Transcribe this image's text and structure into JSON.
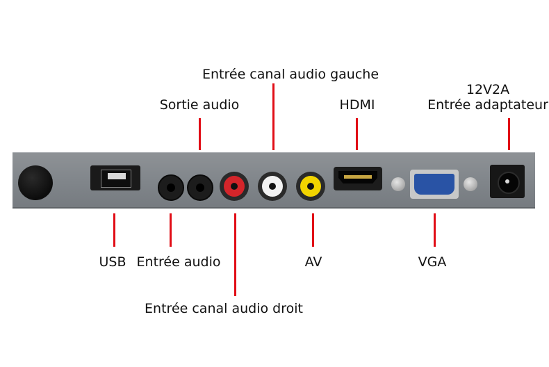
{
  "labels": {
    "left_channel_in": "Entrée canal audio gauche",
    "audio_out": "Sortie audio",
    "hdmi": "HDMI",
    "power_rating": "12V2A",
    "power_adapter_in": "Entrée adaptateur",
    "usb": "USB",
    "audio_in": "Entrée audio",
    "av": "AV",
    "vga": "VGA",
    "right_channel_in": "Entrée canal audio droit"
  },
  "colors": {
    "pointer_line": "#e10d16",
    "panel": "#868a8f",
    "rca_red": "#d4252a",
    "rca_white": "#f2f2f2",
    "rca_yellow": "#f2d400",
    "vga_blue": "#2953a5"
  }
}
